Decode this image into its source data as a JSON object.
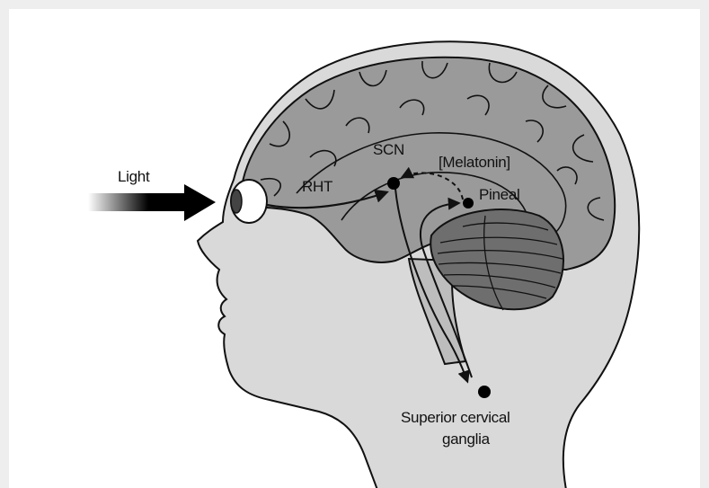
{
  "labels": {
    "light": "Light",
    "rht": "RHT",
    "scn": "SCN",
    "melatonin": "[Melatonin]",
    "pineal": "Pineal",
    "ganglia_line1": "Superior cervical",
    "ganglia_line2": "ganglia"
  },
  "colors": {
    "head_fill": "#d9d9d9",
    "brain_fill": "#9a9a9a",
    "cerebellum_fill": "#6e6e6e",
    "outline": "#111111",
    "background": "#ffffff"
  }
}
